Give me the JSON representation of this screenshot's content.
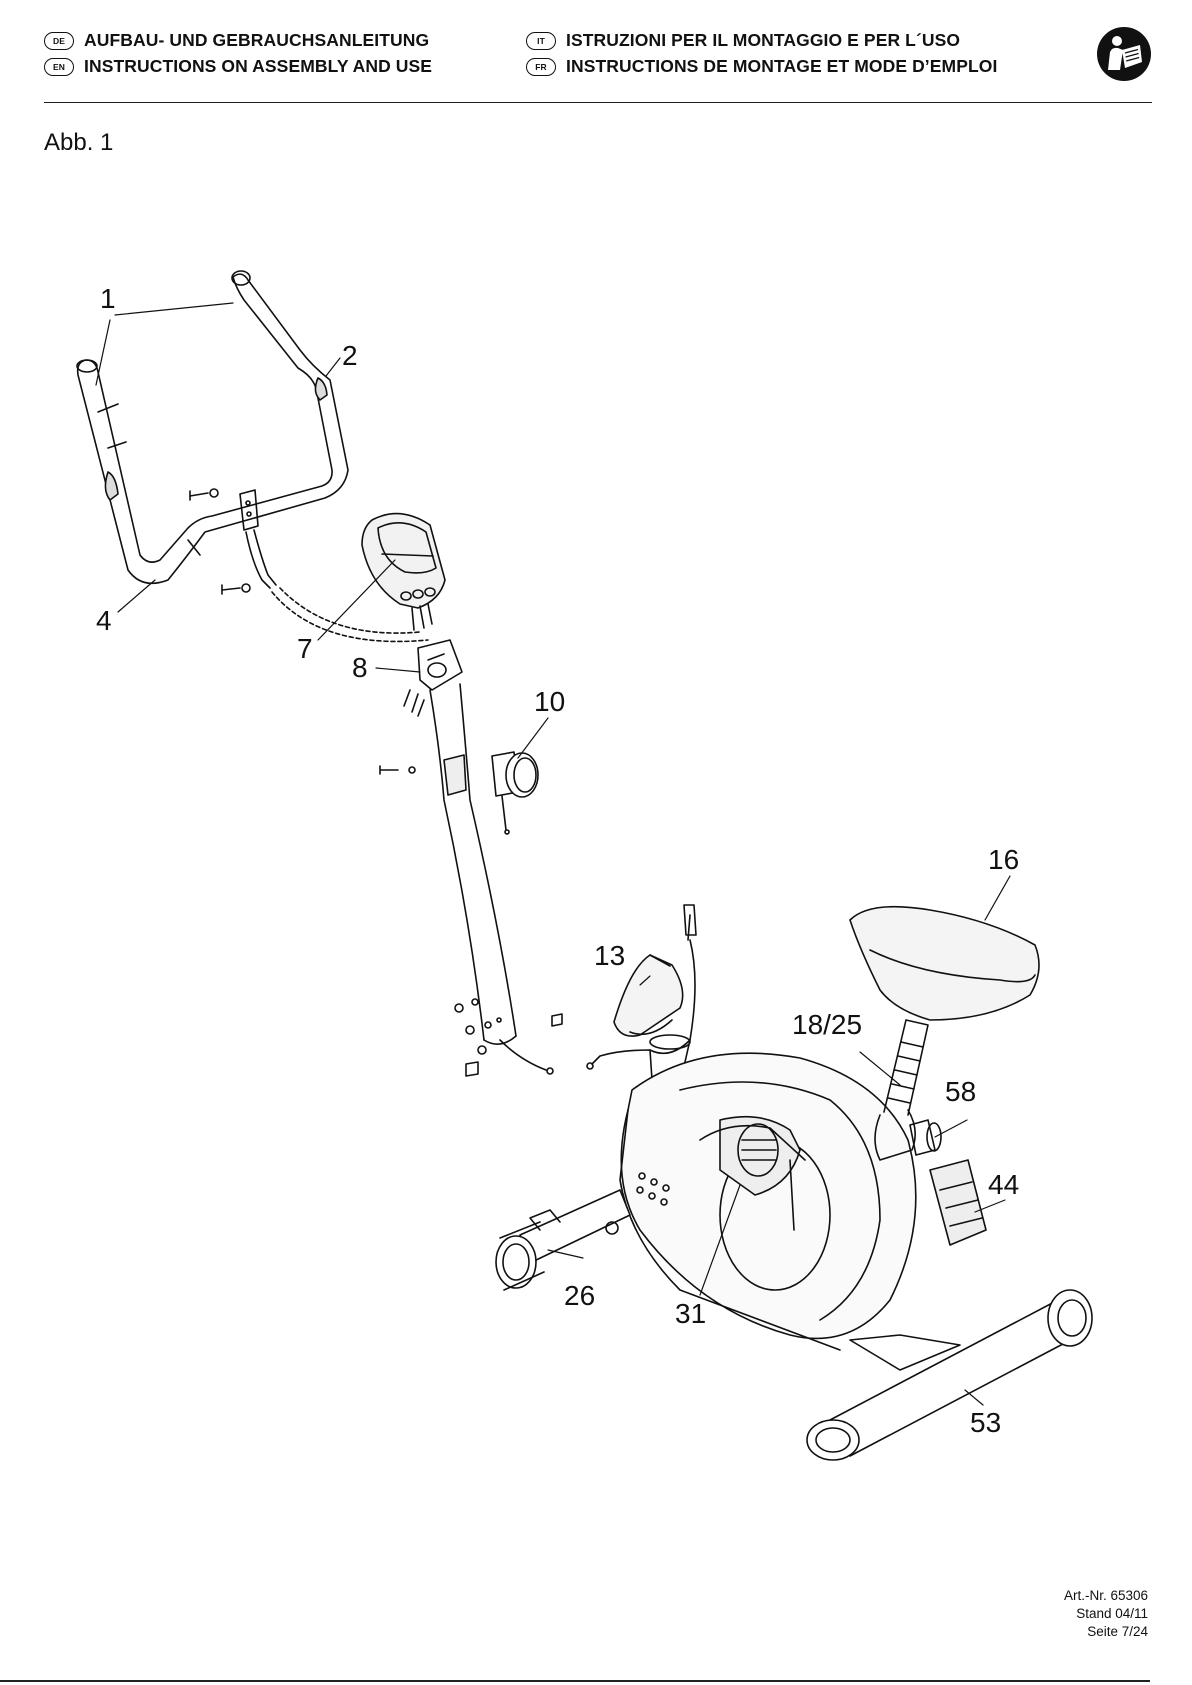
{
  "header": {
    "lines": [
      {
        "badge": "DE",
        "text": "AUFBAU- UND GEBRAUCHSANLEITUNG"
      },
      {
        "badge": "EN",
        "text": "INSTRUCTIONS ON ASSEMBLY AND USE"
      },
      {
        "badge": "IT",
        "text": "ISTRUZIONI PER IL MONTAGGIO E PER L´USO"
      },
      {
        "badge": "FR",
        "text": "INSTRUCTIONS DE MONTAGE ET MODE D’EMPLOI"
      }
    ],
    "icon": "read-manual-icon"
  },
  "figure_label": "Abb. 1",
  "parts": [
    "1",
    "2",
    "4",
    "7",
    "8",
    "10",
    "13",
    "16",
    "18/25",
    "58",
    "44",
    "26",
    "31",
    "53"
  ],
  "footer": {
    "art_nr": "Art.-Nr. 65306",
    "stand": "Stand 04/11",
    "page": "Seite 7/24"
  }
}
